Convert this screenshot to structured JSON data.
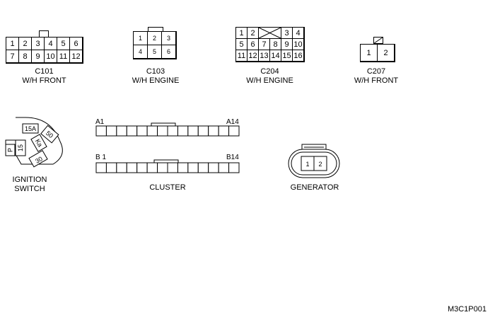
{
  "connectors": {
    "c101": {
      "rows": [
        [
          "1",
          "2",
          "3",
          "4",
          "5",
          "6"
        ],
        [
          "7",
          "8",
          "9",
          "10",
          "11",
          "12"
        ]
      ],
      "code": "C101",
      "desc": "W/H FRONT"
    },
    "c103": {
      "rows": [
        [
          "1",
          "2",
          "3"
        ],
        [
          "4",
          "5",
          "6"
        ]
      ],
      "code": "C103",
      "desc": "W/H ENGINE"
    },
    "c204": {
      "rows": [
        [
          "1",
          "2",
          "",
          "",
          "3",
          "4"
        ],
        [
          "5",
          "6",
          "7",
          "8",
          "9",
          "10"
        ],
        [
          "11",
          "12",
          "13",
          "14",
          "15",
          "16"
        ]
      ],
      "code": "C204",
      "desc": "W/H ENGINE"
    },
    "c207": {
      "rows": [
        [
          "1",
          "2"
        ]
      ],
      "code": "C207",
      "desc": "W/H FRONT"
    }
  },
  "ignition": {
    "terminals": {
      "t15a": "15A",
      "t50": "50",
      "tka": "Ka",
      "tp": "P",
      "t15": "15",
      "t30": "30"
    },
    "line1": "IGNITION",
    "line2": "SWITCH"
  },
  "cluster": {
    "row_a_start": "A1",
    "row_a_end": "A14",
    "row_b_start": "B 1",
    "row_b_end": "B14",
    "pins_per_row": 14,
    "label": "CLUSTER"
  },
  "generator": {
    "pins": [
      "1",
      "2"
    ],
    "label": "GENERATOR"
  },
  "footer_code": "M3C1P001"
}
